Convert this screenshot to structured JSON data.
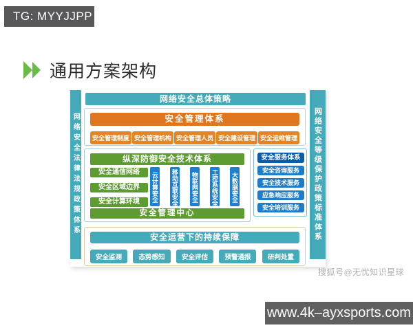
{
  "page": {
    "badge": "TG: MYYJJPP",
    "title": "通用方案架构",
    "watermark": "搜狐号@无忧知识星球",
    "site_bar": "www.4k–ayxsports.com"
  },
  "diagram": {
    "top_bar": "网络安全总体策略",
    "left_bar": "网络安全法律法规政策体系",
    "right_bar": "网络安全等级保护政策标准体系",
    "management": {
      "header": "安全管理体系",
      "items": [
        "安全管理制度",
        "安全管理机构",
        "安全管理人员",
        "安全建设管理",
        "安全运维管理"
      ]
    },
    "technical": {
      "header": "纵深防御安全技术体系",
      "left_items": [
        "安全通信网络",
        "安全区域边界",
        "安全计算环境"
      ],
      "vertical_items": [
        "云计算安全",
        "移动互联安全",
        "物联网安全",
        "工控系统安全",
        "大数据安全"
      ],
      "bottom": "安全管理中心"
    },
    "service": {
      "header": "安全服务体系",
      "items": [
        "安全咨询服务",
        "安全技术服务",
        "应急响应服务",
        "安全培训服务"
      ]
    },
    "operation": {
      "header": "安全运营下的持续保障",
      "items": [
        "安全监测",
        "态势感知",
        "安全评估",
        "预警通报",
        "研判处置"
      ]
    },
    "colors": {
      "teal": "#45aaba",
      "orange_header": "#e0771e",
      "orange_item": "#e58420",
      "green": "#5c9c31",
      "blue_item": "#1c80d2",
      "dark_blue": "#0a5ba8",
      "chevron_green": "#6abd44"
    }
  }
}
